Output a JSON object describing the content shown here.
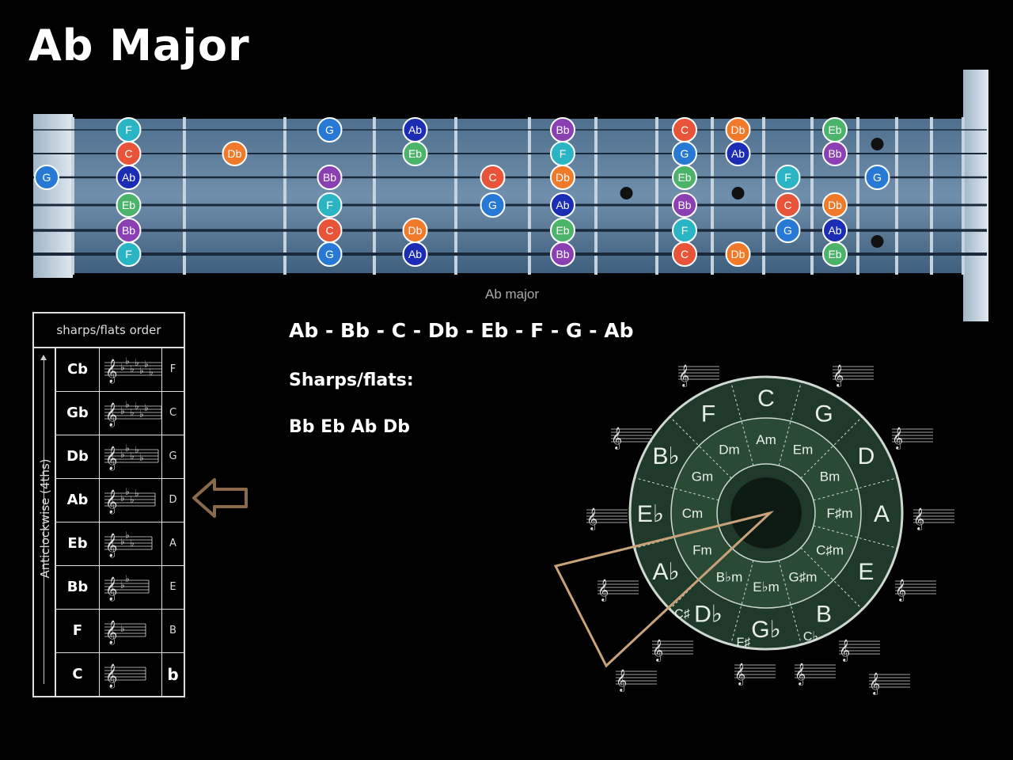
{
  "title": "Ab Major",
  "fretboard": {
    "caption": "Ab major",
    "colors": {
      "F": "#2ab5c4",
      "C": "#e8543a",
      "G": "#2879d6",
      "Ab": "#1c2db5",
      "Bb": "#8a3fb3",
      "Db": "#f07a2a",
      "Eb": "#4cb36a"
    },
    "notes": [
      {
        "label": "G",
        "string": 3,
        "fret": 0
      },
      {
        "label": "F",
        "string": 1,
        "fret": 1
      },
      {
        "label": "C",
        "string": 2,
        "fret": 1
      },
      {
        "label": "Ab",
        "string": 3,
        "fret": 1
      },
      {
        "label": "Eb",
        "string": 4,
        "fret": 1
      },
      {
        "label": "Bb",
        "string": 5,
        "fret": 1
      },
      {
        "label": "F",
        "string": 6,
        "fret": 1
      },
      {
        "label": "Db",
        "string": 2,
        "fret": 2
      },
      {
        "label": "G",
        "string": 1,
        "fret": 3
      },
      {
        "label": "Bb",
        "string": 3,
        "fret": 3
      },
      {
        "label": "F",
        "string": 4,
        "fret": 3
      },
      {
        "label": "C",
        "string": 5,
        "fret": 3
      },
      {
        "label": "G",
        "string": 6,
        "fret": 3
      },
      {
        "label": "Ab",
        "string": 1,
        "fret": 4
      },
      {
        "label": "Eb",
        "string": 2,
        "fret": 4
      },
      {
        "label": "Db",
        "string": 5,
        "fret": 4
      },
      {
        "label": "Ab",
        "string": 6,
        "fret": 4
      },
      {
        "label": "C",
        "string": 3,
        "fret": 5
      },
      {
        "label": "G",
        "string": 4,
        "fret": 5
      },
      {
        "label": "Bb",
        "string": 1,
        "fret": 6
      },
      {
        "label": "F",
        "string": 2,
        "fret": 6
      },
      {
        "label": "Db",
        "string": 3,
        "fret": 6
      },
      {
        "label": "Ab",
        "string": 4,
        "fret": 6
      },
      {
        "label": "Eb",
        "string": 5,
        "fret": 6
      },
      {
        "label": "Bb",
        "string": 6,
        "fret": 6
      },
      {
        "label": "C",
        "string": 1,
        "fret": 8
      },
      {
        "label": "G",
        "string": 2,
        "fret": 8
      },
      {
        "label": "Eb",
        "string": 3,
        "fret": 8
      },
      {
        "label": "Bb",
        "string": 4,
        "fret": 8
      },
      {
        "label": "F",
        "string": 5,
        "fret": 8
      },
      {
        "label": "C",
        "string": 6,
        "fret": 8
      },
      {
        "label": "Db",
        "string": 1,
        "fret": 9
      },
      {
        "label": "Ab",
        "string": 2,
        "fret": 9
      },
      {
        "label": "Db",
        "string": 6,
        "fret": 9
      },
      {
        "label": "F",
        "string": 3,
        "fret": 10
      },
      {
        "label": "C",
        "string": 4,
        "fret": 10
      },
      {
        "label": "G",
        "string": 5,
        "fret": 10
      },
      {
        "label": "Eb",
        "string": 1,
        "fret": 11
      },
      {
        "label": "Bb",
        "string": 2,
        "fret": 11
      },
      {
        "label": "Db",
        "string": 4,
        "fret": 11
      },
      {
        "label": "Ab",
        "string": 5,
        "fret": 11
      },
      {
        "label": "Eb",
        "string": 6,
        "fret": 11
      },
      {
        "label": "G",
        "string": 3,
        "fret": 12
      }
    ]
  },
  "order_table": {
    "header": "sharps/flats order",
    "side_label": "Anticlockwise (4ths)",
    "rows": [
      {
        "key": "Cb",
        "flats": 7,
        "relative": "F"
      },
      {
        "key": "Gb",
        "flats": 6,
        "relative": "C"
      },
      {
        "key": "Db",
        "flats": 5,
        "relative": "G"
      },
      {
        "key": "Ab",
        "flats": 4,
        "relative": "D"
      },
      {
        "key": "Eb",
        "flats": 3,
        "relative": "A"
      },
      {
        "key": "Bb",
        "flats": 2,
        "relative": "E"
      },
      {
        "key": "F",
        "flats": 1,
        "relative": "B"
      },
      {
        "key": "C",
        "flats": 0,
        "relative": "b"
      }
    ],
    "highlighted_key": "Ab",
    "arrow_color": "#8a6a4a"
  },
  "scale": {
    "notes_text": "Ab - Bb - C - Db - Eb - F - G - Ab",
    "sharps_flats_label": "Sharps/flats:",
    "sharps_flats_value": "Bb Eb Ab Db"
  },
  "circle_of_fifths": {
    "wheel_color": "#1f3a2a",
    "pointer_color": "#c9a27a",
    "major": [
      "C",
      "G",
      "D",
      "A",
      "E",
      "B",
      "G♭ / F♯",
      "D♭ / C♯",
      "A♭",
      "E♭",
      "B♭",
      "F"
    ],
    "minor": [
      "Am",
      "Em",
      "Bm",
      "F♯m",
      "C♯m",
      "G♯m",
      "E♭m",
      "B♭m",
      "Fm",
      "Cm",
      "Gm",
      "Dm"
    ],
    "enharmonic": {
      "B": "C♭",
      "G♭": "F♯",
      "D♭": "C♯"
    }
  }
}
